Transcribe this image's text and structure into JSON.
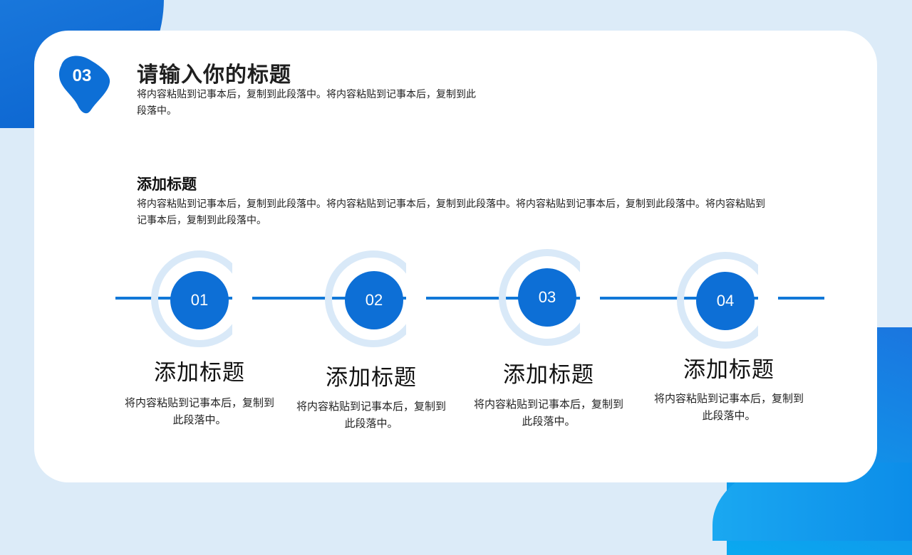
{
  "colors": {
    "accent": "#0d6fd6",
    "ring": "#d9e9f8",
    "line": "#1178d8",
    "card": "#ffffff",
    "background": "#dcebf8"
  },
  "header": {
    "section_number": "03",
    "title": "请输入你的标题",
    "description": "将内容粘贴到记事本后，复制到此段落中。将内容粘贴到记事本后，复制到此段落中。"
  },
  "intro": {
    "title": "添加标题",
    "description": "将内容粘贴到记事本后，复制到此段落中。将内容粘贴到记事本后，复制到此段落中。将内容粘贴到记事本后，复制到此段落中。将内容粘贴到记事本后，复制到此段落中。"
  },
  "steps": [
    {
      "number": "01",
      "title": "添加标题",
      "description": "将内容粘贴到记事本后，复制到此段落中。"
    },
    {
      "number": "02",
      "title": "添加标题",
      "description": "将内容粘贴到记事本后，复制到此段落中。"
    },
    {
      "number": "03",
      "title": "添加标题",
      "description": "将内容粘贴到记事本后，复制到此段落中。"
    },
    {
      "number": "04",
      "title": "添加标题",
      "description": "将内容粘贴到记事本后，复制到此段落中。"
    }
  ]
}
